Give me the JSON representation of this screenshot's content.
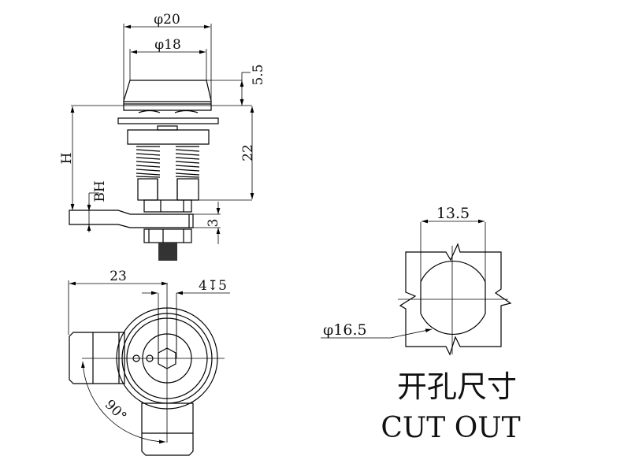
{
  "side_view": {
    "dim_outer_diameter": "φ20",
    "dim_inner_diameter": "φ18",
    "dim_cap_height": "5.5",
    "dim_body_length": "22",
    "dim_h": "H",
    "dim_bh": "BH",
    "dim_cam_thickness": "3"
  },
  "bottom_view": {
    "dim_cam_length": "23",
    "dim_slot": "4↧5",
    "dim_rotation": "90°"
  },
  "cutout": {
    "dim_flat_width": "13.5",
    "dim_diameter": "φ16.5",
    "title_cn": "开孔尺寸",
    "title_en": "CUT OUT"
  }
}
